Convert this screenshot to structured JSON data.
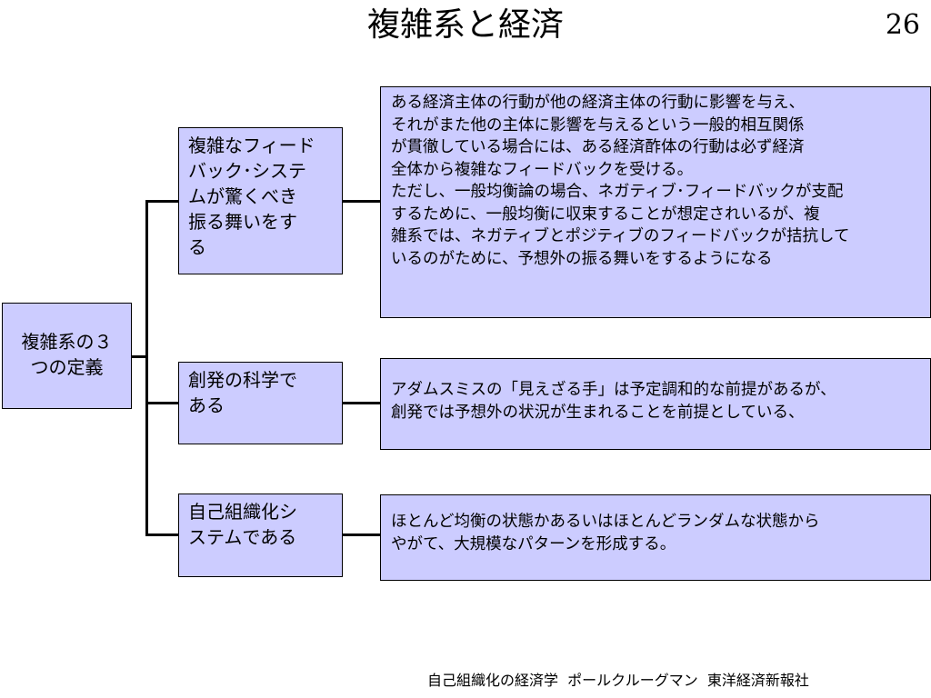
{
  "slide": {
    "title": "複雑系と経済",
    "page_number": "26",
    "footer": "自己組織化の経済学  ポールクルーグマン  東洋経済新報社"
  },
  "diagram": {
    "root": {
      "label": "複雑系の３\nつの定義"
    },
    "branches": [
      {
        "label": "複雑なフィード\nバック･システ\nムが驚くべき\n振る舞いをす\nる",
        "description": "ある経済主体の行動が他の経済主体の行動に影響を与え、\nそれがまた他の主体に影響を与えるという一般的相互関係\nが貫徹している場合には、ある経済酢体の行動は必ず経済\n全体から複雑なフィードバックを受ける。\nただし、一般均衡論の場合、ネガティブ･フィードバックが支配\nするために、一般均衡に収束することが想定されいるが、複\n雑系では、ネガティブとポジティブのフィードバックが拮抗して\nいるのがために、予想外の振る舞いをするようになる"
      },
      {
        "label": "創発の科学で\nある",
        "description": "アダムスミスの「見えざる手」は予定調和的な前提があるが、\n創発では予想外の状況が生まれることを前提としている、"
      },
      {
        "label": "自己組織化シ\nステムである",
        "description": "ほとんど均衡の状態かあるいはほとんどランダムな状態から\nやがて、大規模なパターンを形成する。"
      }
    ],
    "colors": {
      "box_fill": "#ccccff",
      "line": "#000000",
      "text": "#000000"
    }
  }
}
